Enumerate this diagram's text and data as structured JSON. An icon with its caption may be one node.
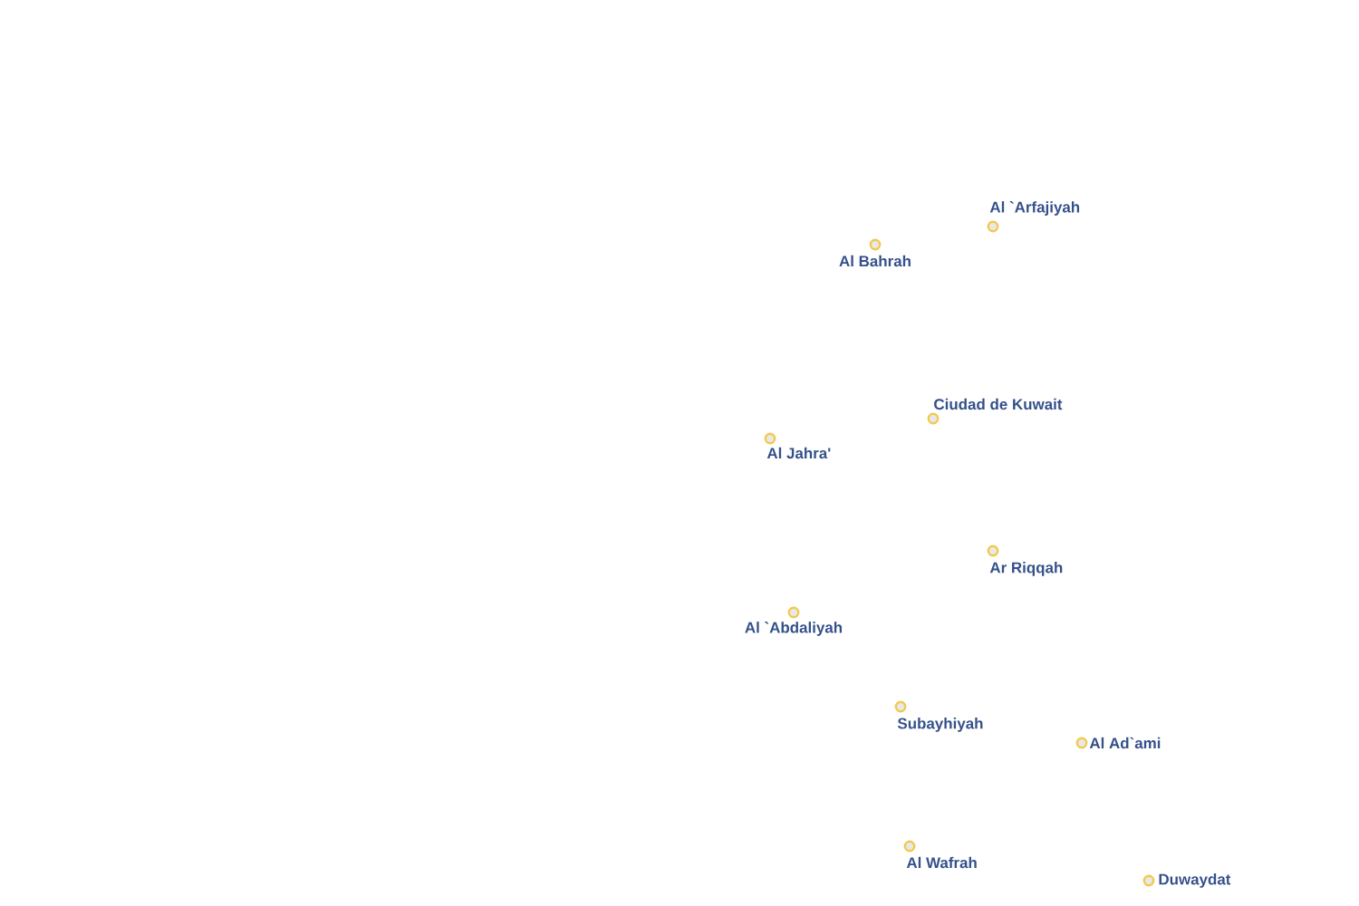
{
  "diagram": {
    "labels": [
      "Al `Arfajiyah",
      "Al Bahrah",
      "Ciudad de Kuwait",
      "Al Jahra'",
      "Ar Riqqah",
      "Al `Abdaliyah",
      "Subayhiyah",
      "Al Ad`ami",
      "Al Wafrah",
      "Duwaydat"
    ]
  }
}
